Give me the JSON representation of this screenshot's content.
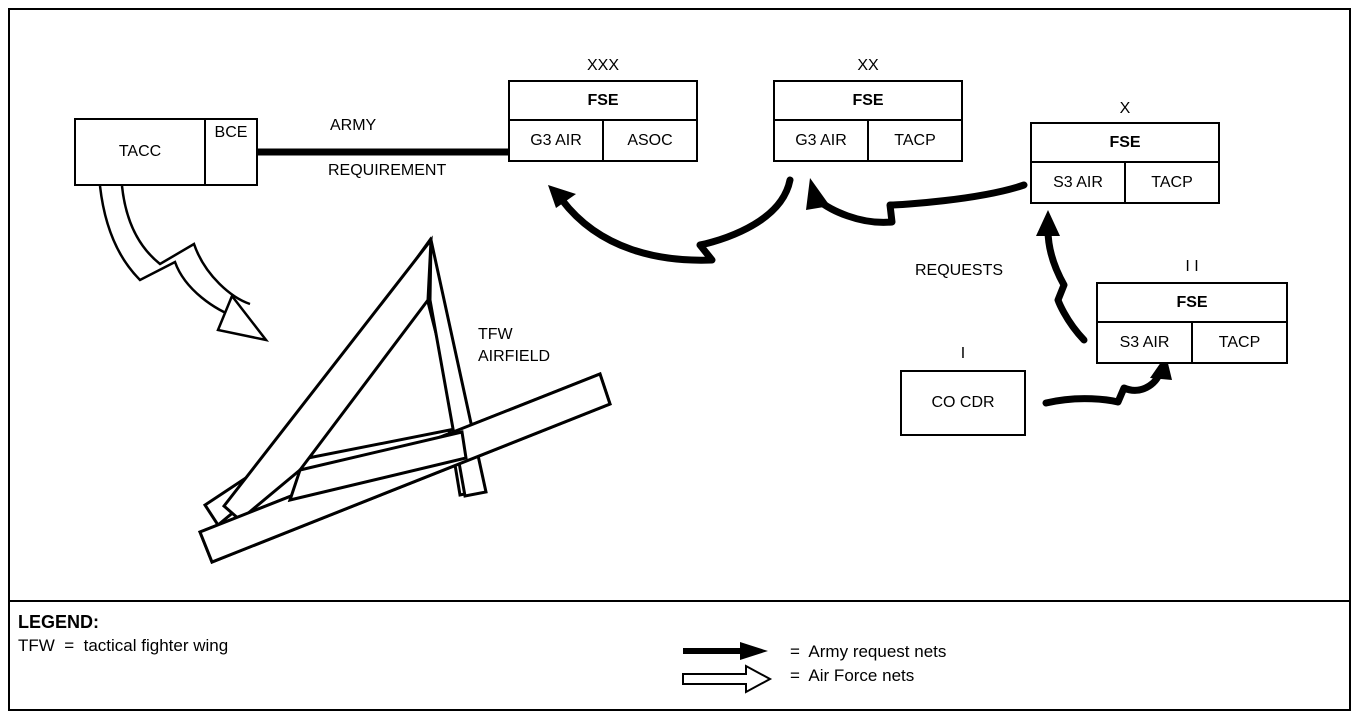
{
  "tacc": {
    "label": "TACC",
    "bce": "BCE"
  },
  "army_label": "ARMY",
  "requirement_label": "REQUIREMENT",
  "requests_label": "REQUESTS",
  "airfield": {
    "line1": "TFW",
    "line2": "AIRFIELD"
  },
  "corps": {
    "echelon": "XXX",
    "fse": "FSE",
    "left": "G3 AIR",
    "right": "ASOC"
  },
  "division": {
    "echelon": "XX",
    "fse": "FSE",
    "left": "G3 AIR",
    "right": "TACP"
  },
  "brigade": {
    "echelon": "X",
    "fse": "FSE",
    "left": "S3 AIR",
    "right": "TACP"
  },
  "battalion": {
    "echelon": "I I",
    "fse": "FSE",
    "left": "S3 AIR",
    "right": "TACP"
  },
  "company": {
    "echelon": "I",
    "label": "CO CDR"
  },
  "legend": {
    "title": "LEGEND:",
    "definition": "TFW  =  tactical fighter wing",
    "army_nets": "=  Army request nets",
    "airforce_nets": "=  Air Force nets"
  }
}
